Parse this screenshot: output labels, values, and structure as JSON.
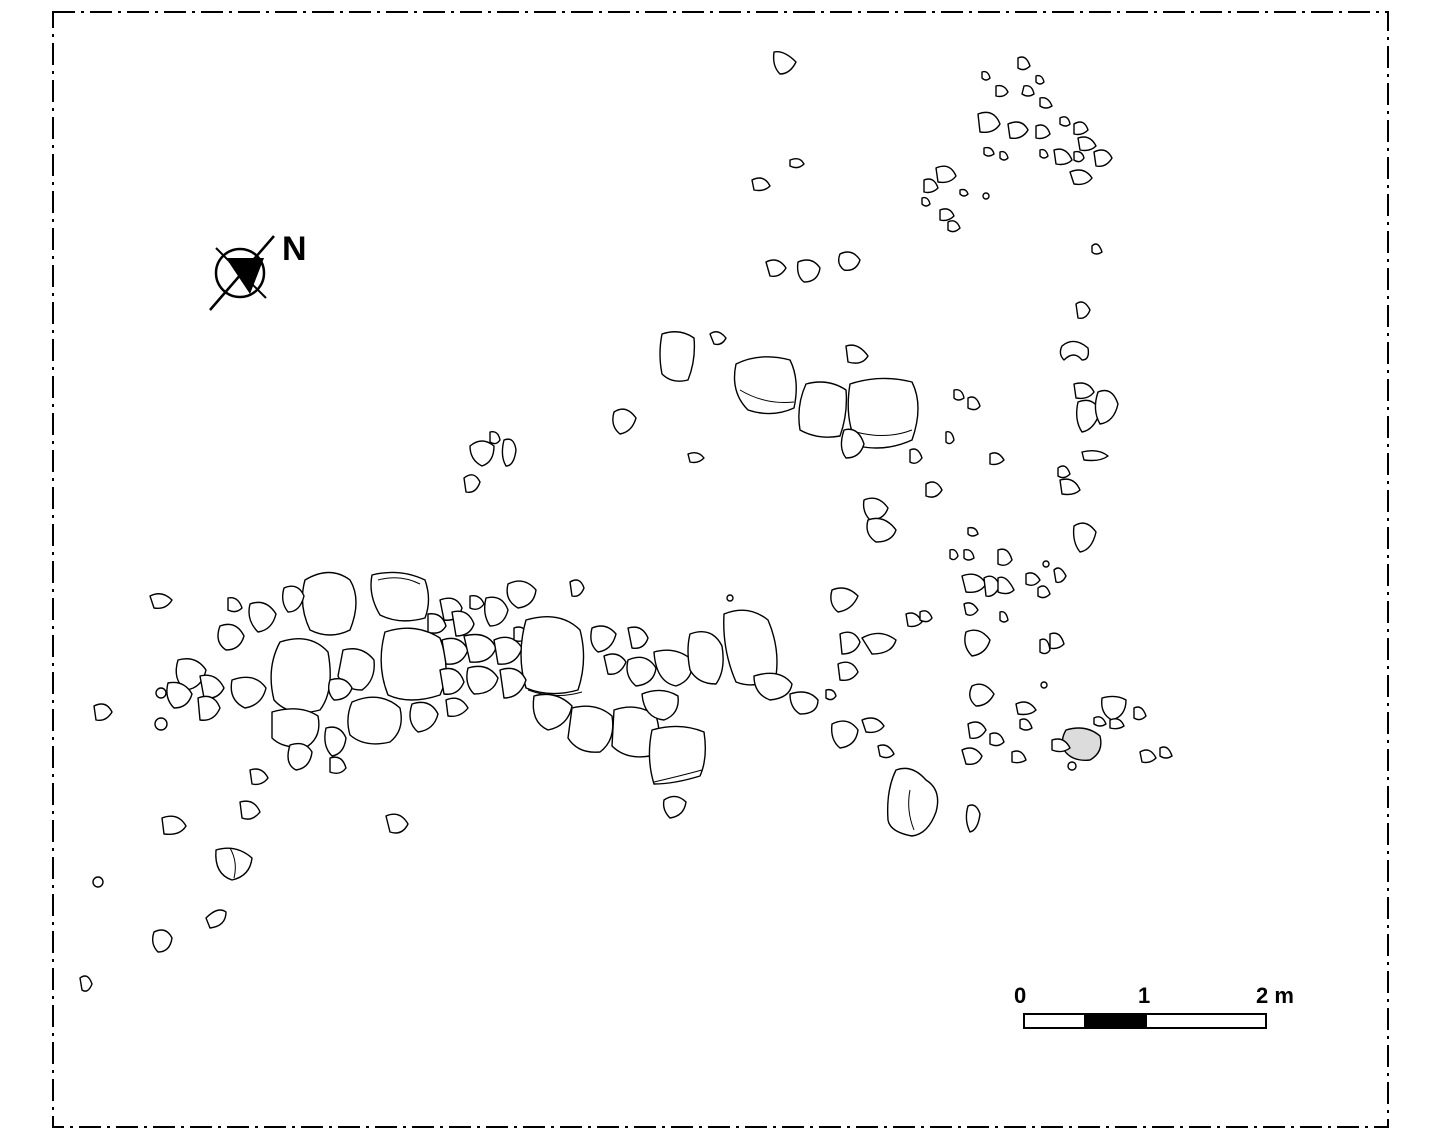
{
  "north_arrow": {
    "label": "N",
    "icon": "north-arrow-icon"
  },
  "scale_bar": {
    "labels": [
      "0",
      "1",
      "2 m"
    ],
    "segments": [
      "white",
      "black",
      "white"
    ],
    "unit": "m"
  },
  "colors": {
    "line": "#000000",
    "background": "#ffffff",
    "shaded_stone": "#dcdcdc"
  }
}
